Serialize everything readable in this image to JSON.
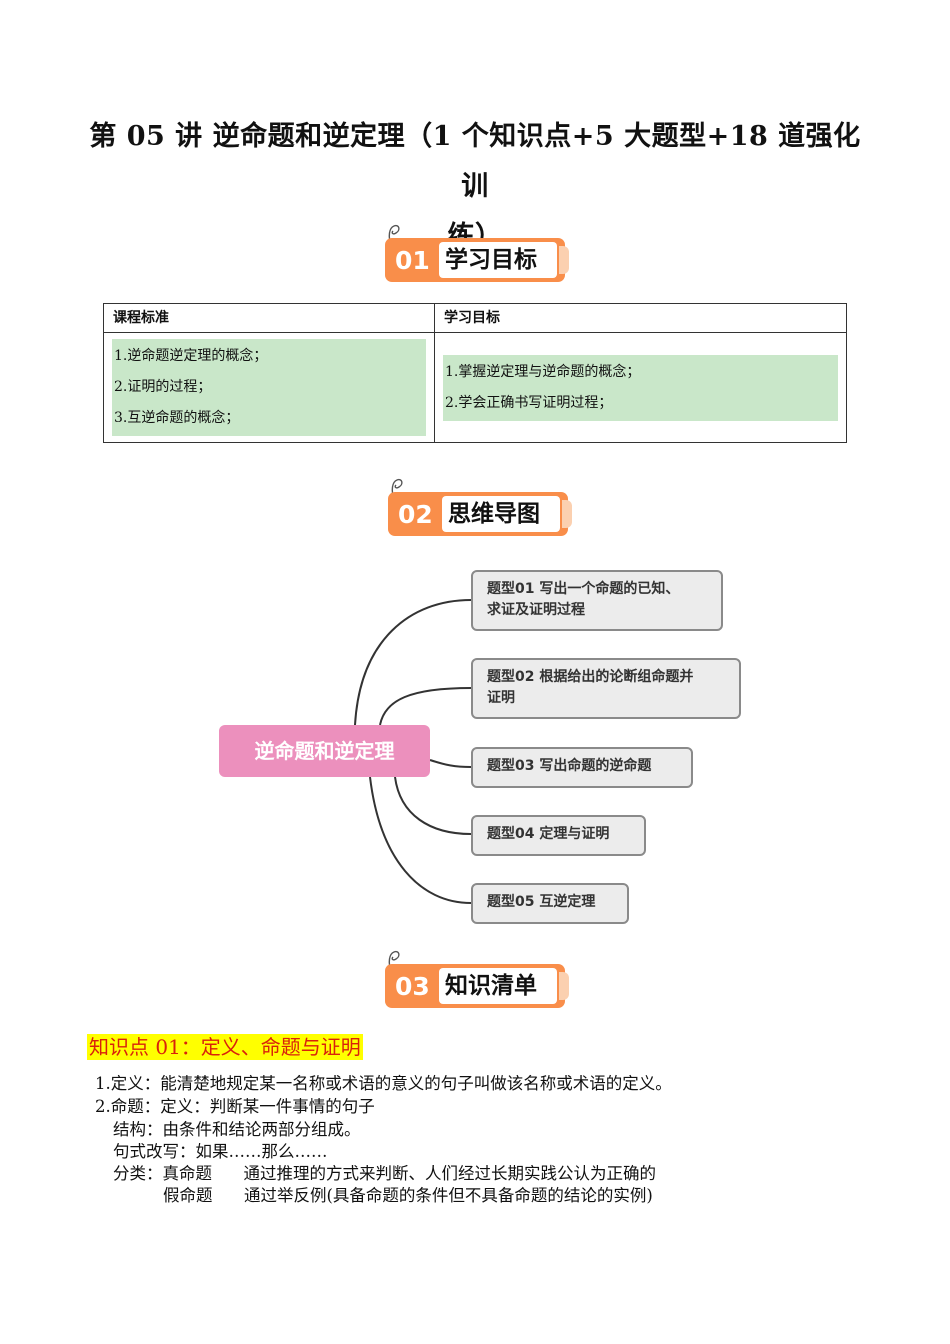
{
  "title": {
    "line1": "第 05 讲  逆命题和逆定理（1 个知识点+5 大题型+18 道强化训",
    "line2": "练）"
  },
  "sections": [
    {
      "num": "01",
      "label": "学习目标"
    },
    {
      "num": "02",
      "label": "思维导图"
    },
    {
      "num": "03",
      "label": "知识清单"
    }
  ],
  "goals_table": {
    "headers": [
      "课程标准",
      "学习目标"
    ],
    "standards": [
      "1.逆命题逆定理的概念；",
      "2.证明的过程；",
      "3.互逆命题的概念；"
    ],
    "objectives": [
      "1.掌握逆定理与逆命题的概念；",
      "2.学会正确书写证明过程；"
    ]
  },
  "mind_map": {
    "center": "逆命题和逆定理",
    "branches": [
      {
        "line1": "题型01  写出一个命题的已知、",
        "line2": "求证及证明过程"
      },
      {
        "line1": "题型02  根据给出的论断组命题并",
        "line2": "证明"
      },
      {
        "line1": "题型03  写出命题的逆命题",
        "line2": ""
      },
      {
        "line1": "题型04  定理与证明",
        "line2": ""
      },
      {
        "line1": "题型05  互逆定理",
        "line2": ""
      }
    ]
  },
  "knowledge": {
    "heading": "知识点 01：定义、命题与证明",
    "lines": [
      "1.定义：能清楚地规定某一名称或术语的意义的句子叫做该名称或术语的定义。",
      "2.命题：定义：判断某一件事情的句子",
      "结构：由条件和结论两部分组成。",
      "句式改写：如果……那么……",
      "分类：真命题      通过推理的方式来判断、人们经过长期实践公认为正确的",
      "假命题      通过举反例(具备命题的条件但不具备命题的结论的实例)"
    ]
  },
  "colors": {
    "badge_orange": "#f98e4a",
    "center_pink": "#ec90bd",
    "table_highlight": "#c9e7c9",
    "heading_highlight": "#ffff00",
    "heading_text": "#d9220b"
  }
}
